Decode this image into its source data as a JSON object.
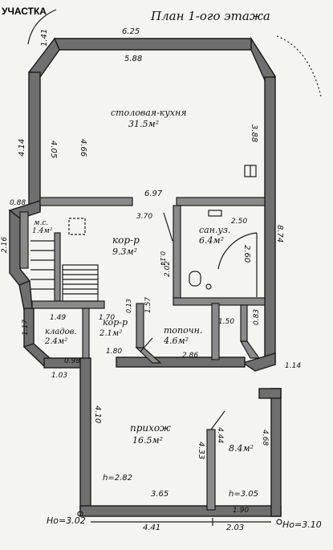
{
  "header": {
    "corner_label": "УЧАСТКА",
    "plan_title": "План 1-ого этажа"
  },
  "rooms": [
    {
      "id": "dining",
      "name": "столовая-кухня",
      "area": "31.5м²"
    },
    {
      "id": "corridor",
      "name": "кор-р",
      "area": "9.3м²"
    },
    {
      "id": "bathroom",
      "name": "сан.уз.",
      "area": "6.4м²"
    },
    {
      "id": "corridor-small",
      "name": "кор-р",
      "area": "2.1м²"
    },
    {
      "id": "storage",
      "name": "кладов.",
      "area": "2.4м²"
    },
    {
      "id": "boiler",
      "name": "топочн.",
      "area": "4.6м²"
    },
    {
      "id": "hall",
      "name": "прихож",
      "area": "16.5м²"
    },
    {
      "id": "garage",
      "name": "",
      "area": "8.4м²"
    },
    {
      "id": "stair-note",
      "name": "м.с.",
      "area": "1.4м²"
    }
  ],
  "dimensions": {
    "top_outer": "6.25",
    "top_inner": "5.88",
    "corner_left": "1.41",
    "left_outer": "4.14",
    "left_inner": "4.05",
    "dining_depth": "4.66",
    "right_inner": "3.88",
    "right_outer": "8.74",
    "partition_width": "6.97",
    "partition_gap": "3.70",
    "bath_top": "2.50",
    "bath_side": "2.60",
    "bath_left": "2.02",
    "bath_small": "0.14",
    "left_step": "0.88",
    "left_side": "2.16",
    "stor_top_a": "1.49",
    "stor_top_b": "1.70",
    "stor_side": "1.17",
    "stor_bottom": "0.98",
    "hall_top_left": "1.03",
    "hall_top": "1.80",
    "corr_side": "1.57",
    "corr_small": "0.13",
    "boiler_bottom": "2.86",
    "boiler_top_right": "1.50",
    "boiler_side": "0.83",
    "corner_right": "1.14",
    "hall_side": "4.10",
    "hall_inner": "4.33",
    "hall_inner_2": "4.44",
    "garage_side": "4.68",
    "hall_bottom": "3.65",
    "hall_height": "h=2.82",
    "garage_height": "h=3.05",
    "garage_bottom": "1.90",
    "bottom_left": "4.41",
    "bottom_right": "2.03",
    "level_left": "Ho=3.02",
    "level_right": "Ho=3.10"
  }
}
